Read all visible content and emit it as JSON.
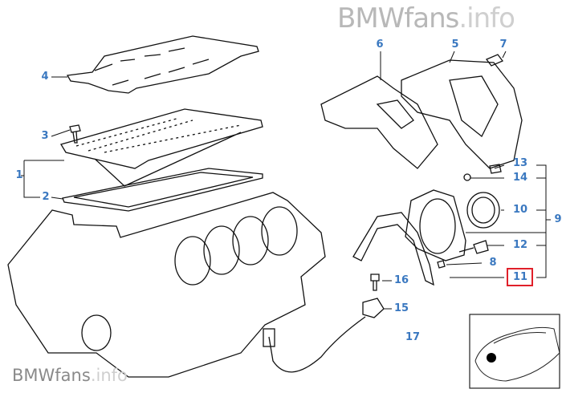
{
  "watermark": {
    "brand": "BMWfans",
    "suffix": ".info"
  },
  "highlight_color": "#e0202a",
  "label_color": "#3a78c0",
  "callouts": {
    "c1": "1",
    "c2": "2",
    "c3": "3",
    "c4": "4",
    "c5": "5",
    "c6": "6",
    "c7": "7",
    "c8": "8",
    "c9": "9",
    "c10": "10",
    "c11": "11",
    "c12": "12",
    "c13": "13",
    "c14": "14",
    "c15": "15",
    "c16": "16",
    "c17": "17"
  },
  "selected_callout": "11"
}
